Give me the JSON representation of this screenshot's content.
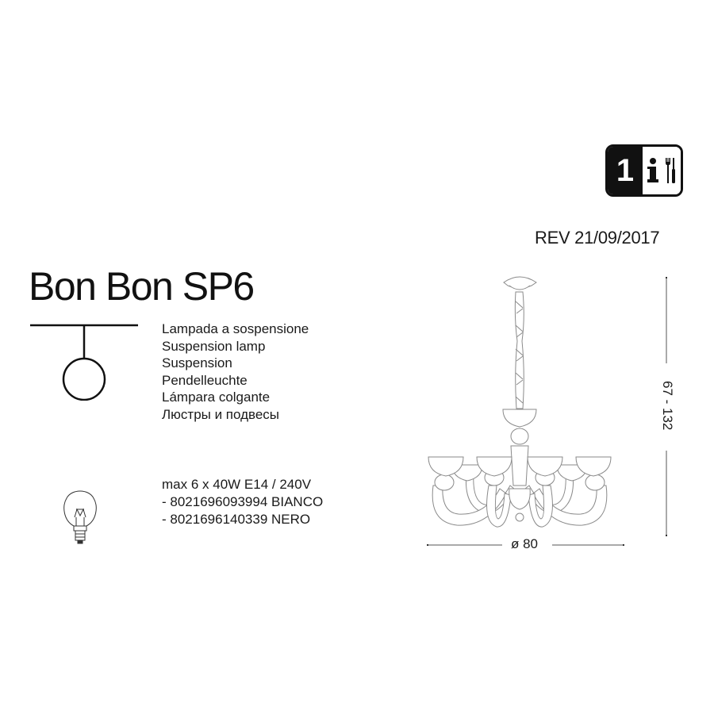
{
  "header": {
    "badge": {
      "number": "1",
      "icons": [
        "info-icon",
        "tools-icon"
      ]
    },
    "revision": "REV 21/09/2017"
  },
  "product": {
    "title": "Bon Bon SP6",
    "type_icon": "suspension-lamp-icon",
    "types": [
      "Lampada a sospensione",
      "Suspension lamp",
      "Suspension",
      "Pendelleuchte",
      "Lámpara colgante",
      "Люстры и подвесы"
    ],
    "bulb_icon": "bulb-icon",
    "specs": [
      "max 6 x 40W E14 / 240V",
      "- 8021696093994 BIANCO",
      "- 8021696140339 NERO"
    ]
  },
  "drawing": {
    "name": "chandelier-drawing",
    "height_dimension": "67 - 132",
    "width_dimension": "ø 80"
  }
}
